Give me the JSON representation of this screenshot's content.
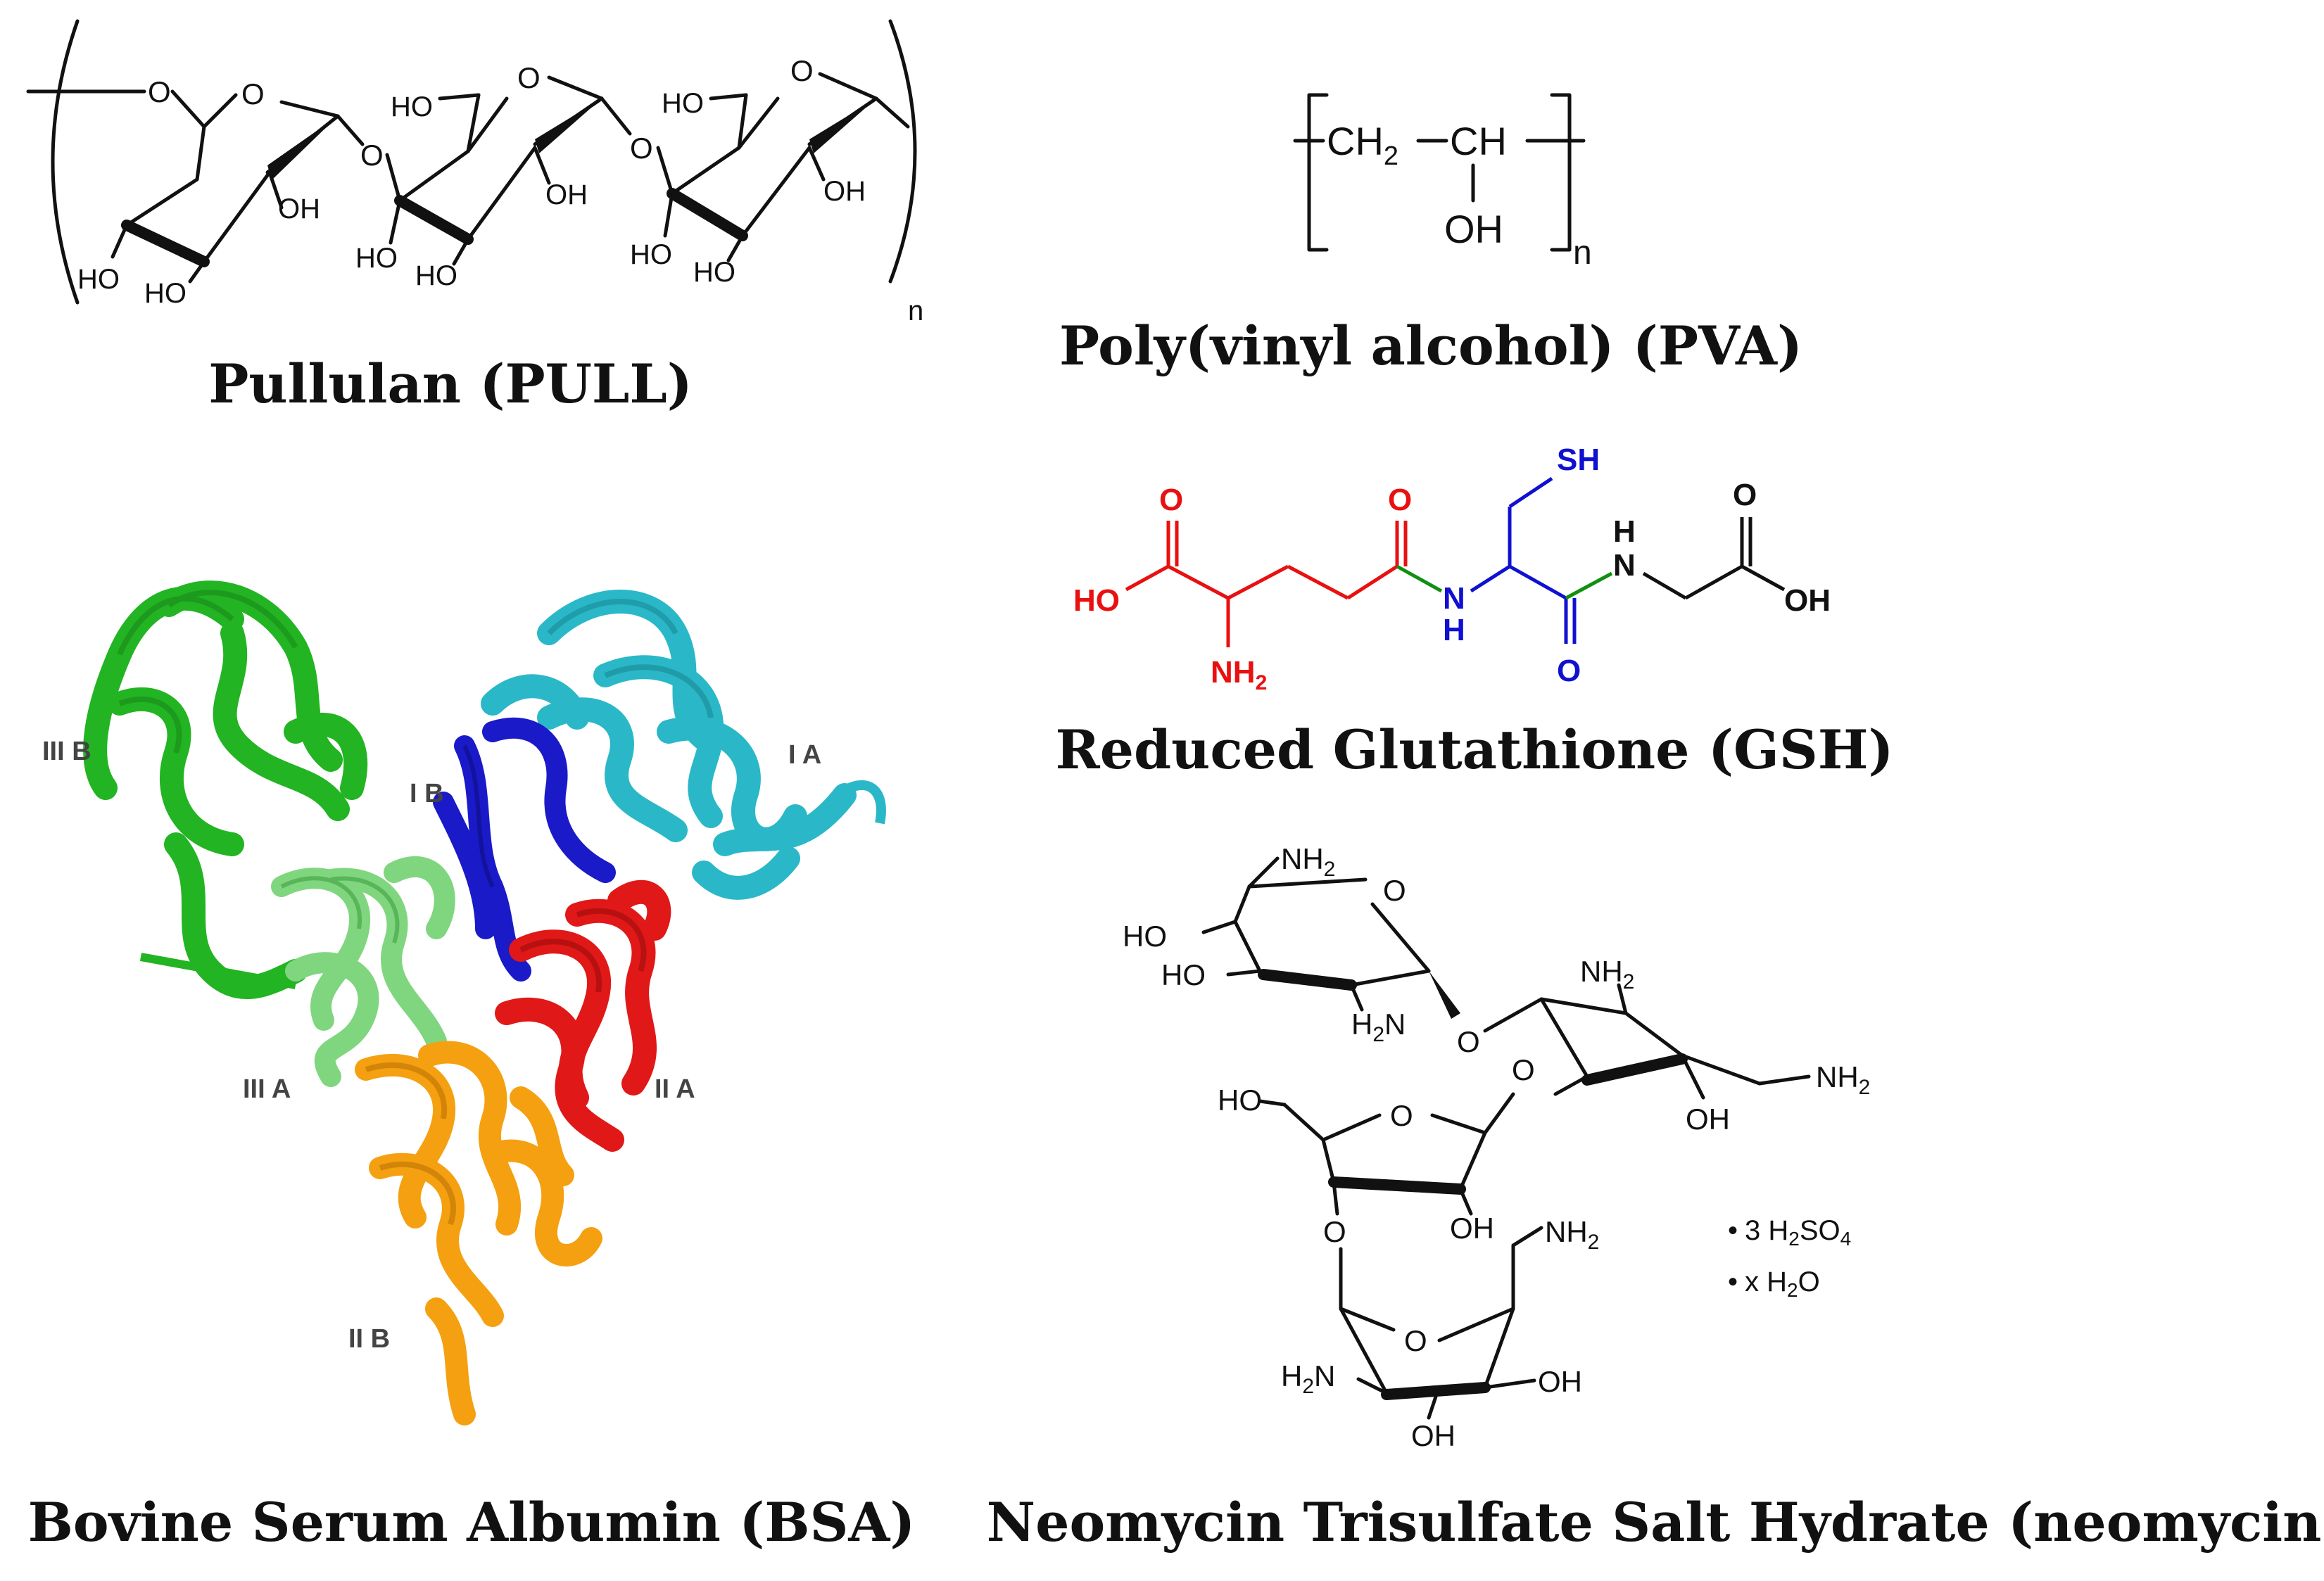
{
  "captions": {
    "pull": "Pullulan (PULL)",
    "pva": "Poly(vinyl alcohol) (PVA)",
    "gsh": "Reduced Glutathione (GSH)",
    "bsa": "Bovine Serum Albumin (BSA)",
    "neomycin": "Neomycin Trisulfate Salt Hydrate (neomycin)"
  },
  "pullulan": {
    "ho": "HO",
    "oh": "OH",
    "o": "O",
    "n": "n"
  },
  "pva": {
    "ch2": "CH",
    "sub2": "2",
    "ch": "CH",
    "oh": "OH",
    "n": "n"
  },
  "gsh": {
    "o": "O",
    "ho": "HO",
    "nh2": "NH",
    "sub2": "2",
    "n": "N",
    "h": "H",
    "sh": "SH",
    "oh": "OH"
  },
  "bsa": {
    "domains": [
      "III B",
      "I B",
      "I A",
      "III A",
      "II A",
      "II B"
    ],
    "colors": {
      "IIIB": "#22b422",
      "IIIA": "#7fd67f",
      "IB": "#1a1ac8",
      "IA": "#2ab8c8",
      "IIA": "#e01818",
      "IIB": "#f5a010"
    }
  },
  "neomycin": {
    "nh2": "NH",
    "h2n": "H",
    "sub2": "2",
    "n": "N",
    "ho": "HO",
    "oh": "OH",
    "o": "O",
    "salt1": "3 H",
    "salt1b": "SO",
    "salt1sub4": "4",
    "salt2": "x H",
    "salt2b": "O",
    "dot": "•"
  },
  "gsh_colors": {
    "glu": "#e81010",
    "cys": "#1010d0",
    "peptide": "#109010",
    "gly": "#111111"
  }
}
